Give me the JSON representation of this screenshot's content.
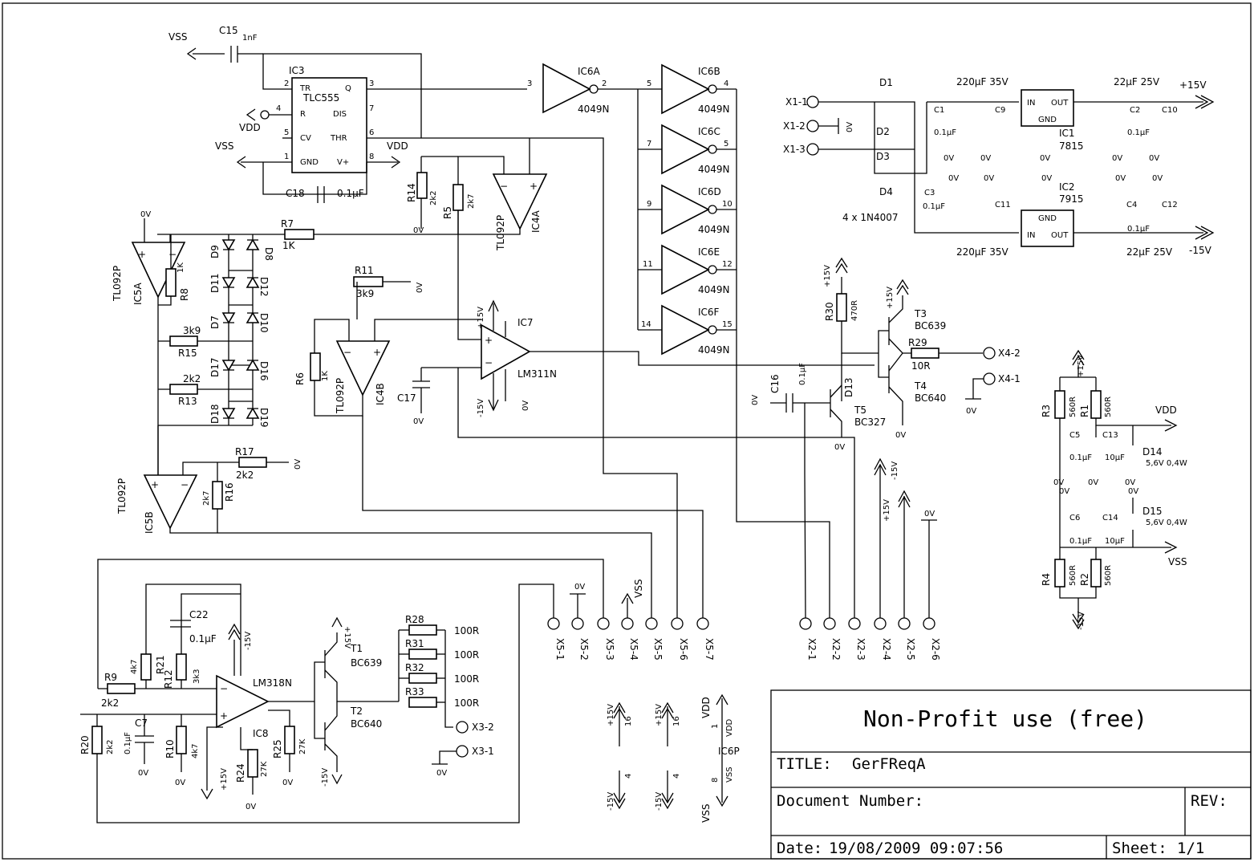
{
  "title_block": {
    "banner": "Non-Profit use (free)",
    "title_label": "TITLE:",
    "title_value": "GerFReqA",
    "document_label": "Document Number:",
    "rev_label": "REV:",
    "date_label": "Date:",
    "date_value": "19/08/2009 09:07:56",
    "sheet_label": "Sheet:",
    "sheet_value": "1/1"
  },
  "rails": {
    "vss": "VSS",
    "vdd": "VDD",
    "p15": "+15V",
    "m15": "-15V",
    "gnd": "0V"
  },
  "ic3": {
    "ref": "IC3",
    "part": "TLC555",
    "pins": [
      "TR",
      "R",
      "CV",
      "GND",
      "Q",
      "DIS",
      "THR",
      "V+"
    ],
    "pin_nums": [
      "2",
      "4",
      "5",
      "1",
      "3",
      "7",
      "6",
      "8"
    ]
  },
  "inverters": [
    {
      "ref": "IC6A",
      "part": "4049N",
      "in": "3",
      "out": "2"
    },
    {
      "ref": "IC6B",
      "part": "4049N",
      "in": "5",
      "out": "4"
    },
    {
      "ref": "IC6C",
      "part": "4049N",
      "in": "7",
      "out": "5"
    },
    {
      "ref": "IC6D",
      "part": "4049N",
      "in": "9",
      "out": "10"
    },
    {
      "ref": "IC6E",
      "part": "4049N",
      "in": "11",
      "out": "12"
    },
    {
      "ref": "IC6F",
      "part": "4049N",
      "in": "14",
      "out": "15"
    }
  ],
  "opamps": [
    {
      "ref": "IC4A",
      "part": "TL092P"
    },
    {
      "ref": "IC4B",
      "part": "TL092P"
    },
    {
      "ref": "IC5A",
      "part": "TL092P"
    },
    {
      "ref": "IC5B",
      "part": "TL092P"
    },
    {
      "ref": "IC7",
      "part": "LM311N"
    },
    {
      "ref": "IC8",
      "part": "LM318N"
    }
  ],
  "capacitors": [
    {
      "ref": "C15",
      "value": "1nF"
    },
    {
      "ref": "C18",
      "value": "0.1µF"
    },
    {
      "ref": "C16",
      "value": "0.1µF"
    },
    {
      "ref": "C17",
      "value": ""
    },
    {
      "ref": "C22",
      "value": "0.1µF"
    },
    {
      "ref": "C7",
      "value": "0.1µF"
    },
    {
      "ref": "C1",
      "value": "0.1µF"
    },
    {
      "ref": "C9",
      "value": "220µF 35V"
    },
    {
      "ref": "C2",
      "value": "22µF 25V"
    },
    {
      "ref": "C10",
      "value": "0.1µF"
    },
    {
      "ref": "C3",
      "value": "0.1µF"
    },
    {
      "ref": "C11",
      "value": "220µF 35V"
    },
    {
      "ref": "C4",
      "value": "22µF 25V"
    },
    {
      "ref": "C12",
      "value": "0.1µF"
    },
    {
      "ref": "C5",
      "value": "0.1µF"
    },
    {
      "ref": "C13",
      "value": "10µF"
    },
    {
      "ref": "C6",
      "value": "0.1µF"
    },
    {
      "ref": "C14",
      "value": "10µF"
    }
  ],
  "resistors": [
    {
      "ref": "R7",
      "value": "1K"
    },
    {
      "ref": "R8",
      "value": "1K"
    },
    {
      "ref": "R14",
      "value": "2k2"
    },
    {
      "ref": "R5",
      "value": "2k7"
    },
    {
      "ref": "R11",
      "value": "3k9"
    },
    {
      "ref": "R6",
      "value": "1K"
    },
    {
      "ref": "R15",
      "value": "3k9"
    },
    {
      "ref": "R13",
      "value": "2k2"
    },
    {
      "ref": "R17",
      "value": "2k2"
    },
    {
      "ref": "R16",
      "value": "2k7"
    },
    {
      "ref": "R30",
      "value": "470R"
    },
    {
      "ref": "R29",
      "value": "10R"
    },
    {
      "ref": "R9",
      "value": "2k2"
    },
    {
      "ref": "R21",
      "value": "4k7"
    },
    {
      "ref": "R12",
      "value": "3k3"
    },
    {
      "ref": "R20",
      "value": "2k2"
    },
    {
      "ref": "R10",
      "value": "4k7"
    },
    {
      "ref": "R24",
      "value": "27K"
    },
    {
      "ref": "R25",
      "value": "27K"
    },
    {
      "ref": "R28",
      "value": "100R"
    },
    {
      "ref": "R31",
      "value": "100R"
    },
    {
      "ref": "R32",
      "value": "100R"
    },
    {
      "ref": "R33",
      "value": "100R"
    },
    {
      "ref": "R3",
      "value": "560R"
    },
    {
      "ref": "R1",
      "value": "560R"
    },
    {
      "ref": "R4",
      "value": "560R"
    },
    {
      "ref": "R2",
      "value": "560R"
    }
  ],
  "diodes": [
    "D9",
    "D8",
    "D11",
    "D12",
    "D7",
    "D10",
    "D17",
    "D16",
    "D18",
    "D19",
    "D13"
  ],
  "bridge": {
    "refs": [
      "D1",
      "D2",
      "D3",
      "D4"
    ],
    "part": "4 x 1N4007"
  },
  "zeners": [
    {
      "ref": "D14",
      "value": "5,6V 0,4W"
    },
    {
      "ref": "D15",
      "value": "5,6V 0,4W"
    }
  ],
  "regulators": [
    {
      "ref": "IC1",
      "part": "7815",
      "pins": [
        "IN",
        "OUT",
        "GND"
      ]
    },
    {
      "ref": "IC2",
      "part": "7915",
      "pins": [
        "IN",
        "OUT",
        "GND"
      ]
    }
  ],
  "transistors": [
    {
      "ref": "T3",
      "part": "BC639"
    },
    {
      "ref": "T4",
      "part": "BC640"
    },
    {
      "ref": "T5",
      "part": "BC327"
    },
    {
      "ref": "T1",
      "part": "BC639"
    },
    {
      "ref": "T2",
      "part": "BC640"
    }
  ],
  "connectors": {
    "x1": [
      "X1-1",
      "X1-2",
      "X1-3"
    ],
    "x2": [
      "X2-1",
      "X2-2",
      "X2-3",
      "X2-4",
      "X2-5",
      "X2-6"
    ],
    "x3": [
      "X3-2",
      "X3-1"
    ],
    "x4": [
      "X4-2",
      "X4-1"
    ],
    "x5": [
      "X5-1",
      "X5-2",
      "X5-3",
      "X5-4",
      "X5-5",
      "X5-6",
      "X5-7"
    ]
  },
  "power_pins": {
    "ic6p": "IC6P",
    "p16": "16",
    "p8": "8",
    "p4": "4",
    "p1": "1",
    "vdd_small": "VDD",
    "vss_small": "VSS"
  }
}
